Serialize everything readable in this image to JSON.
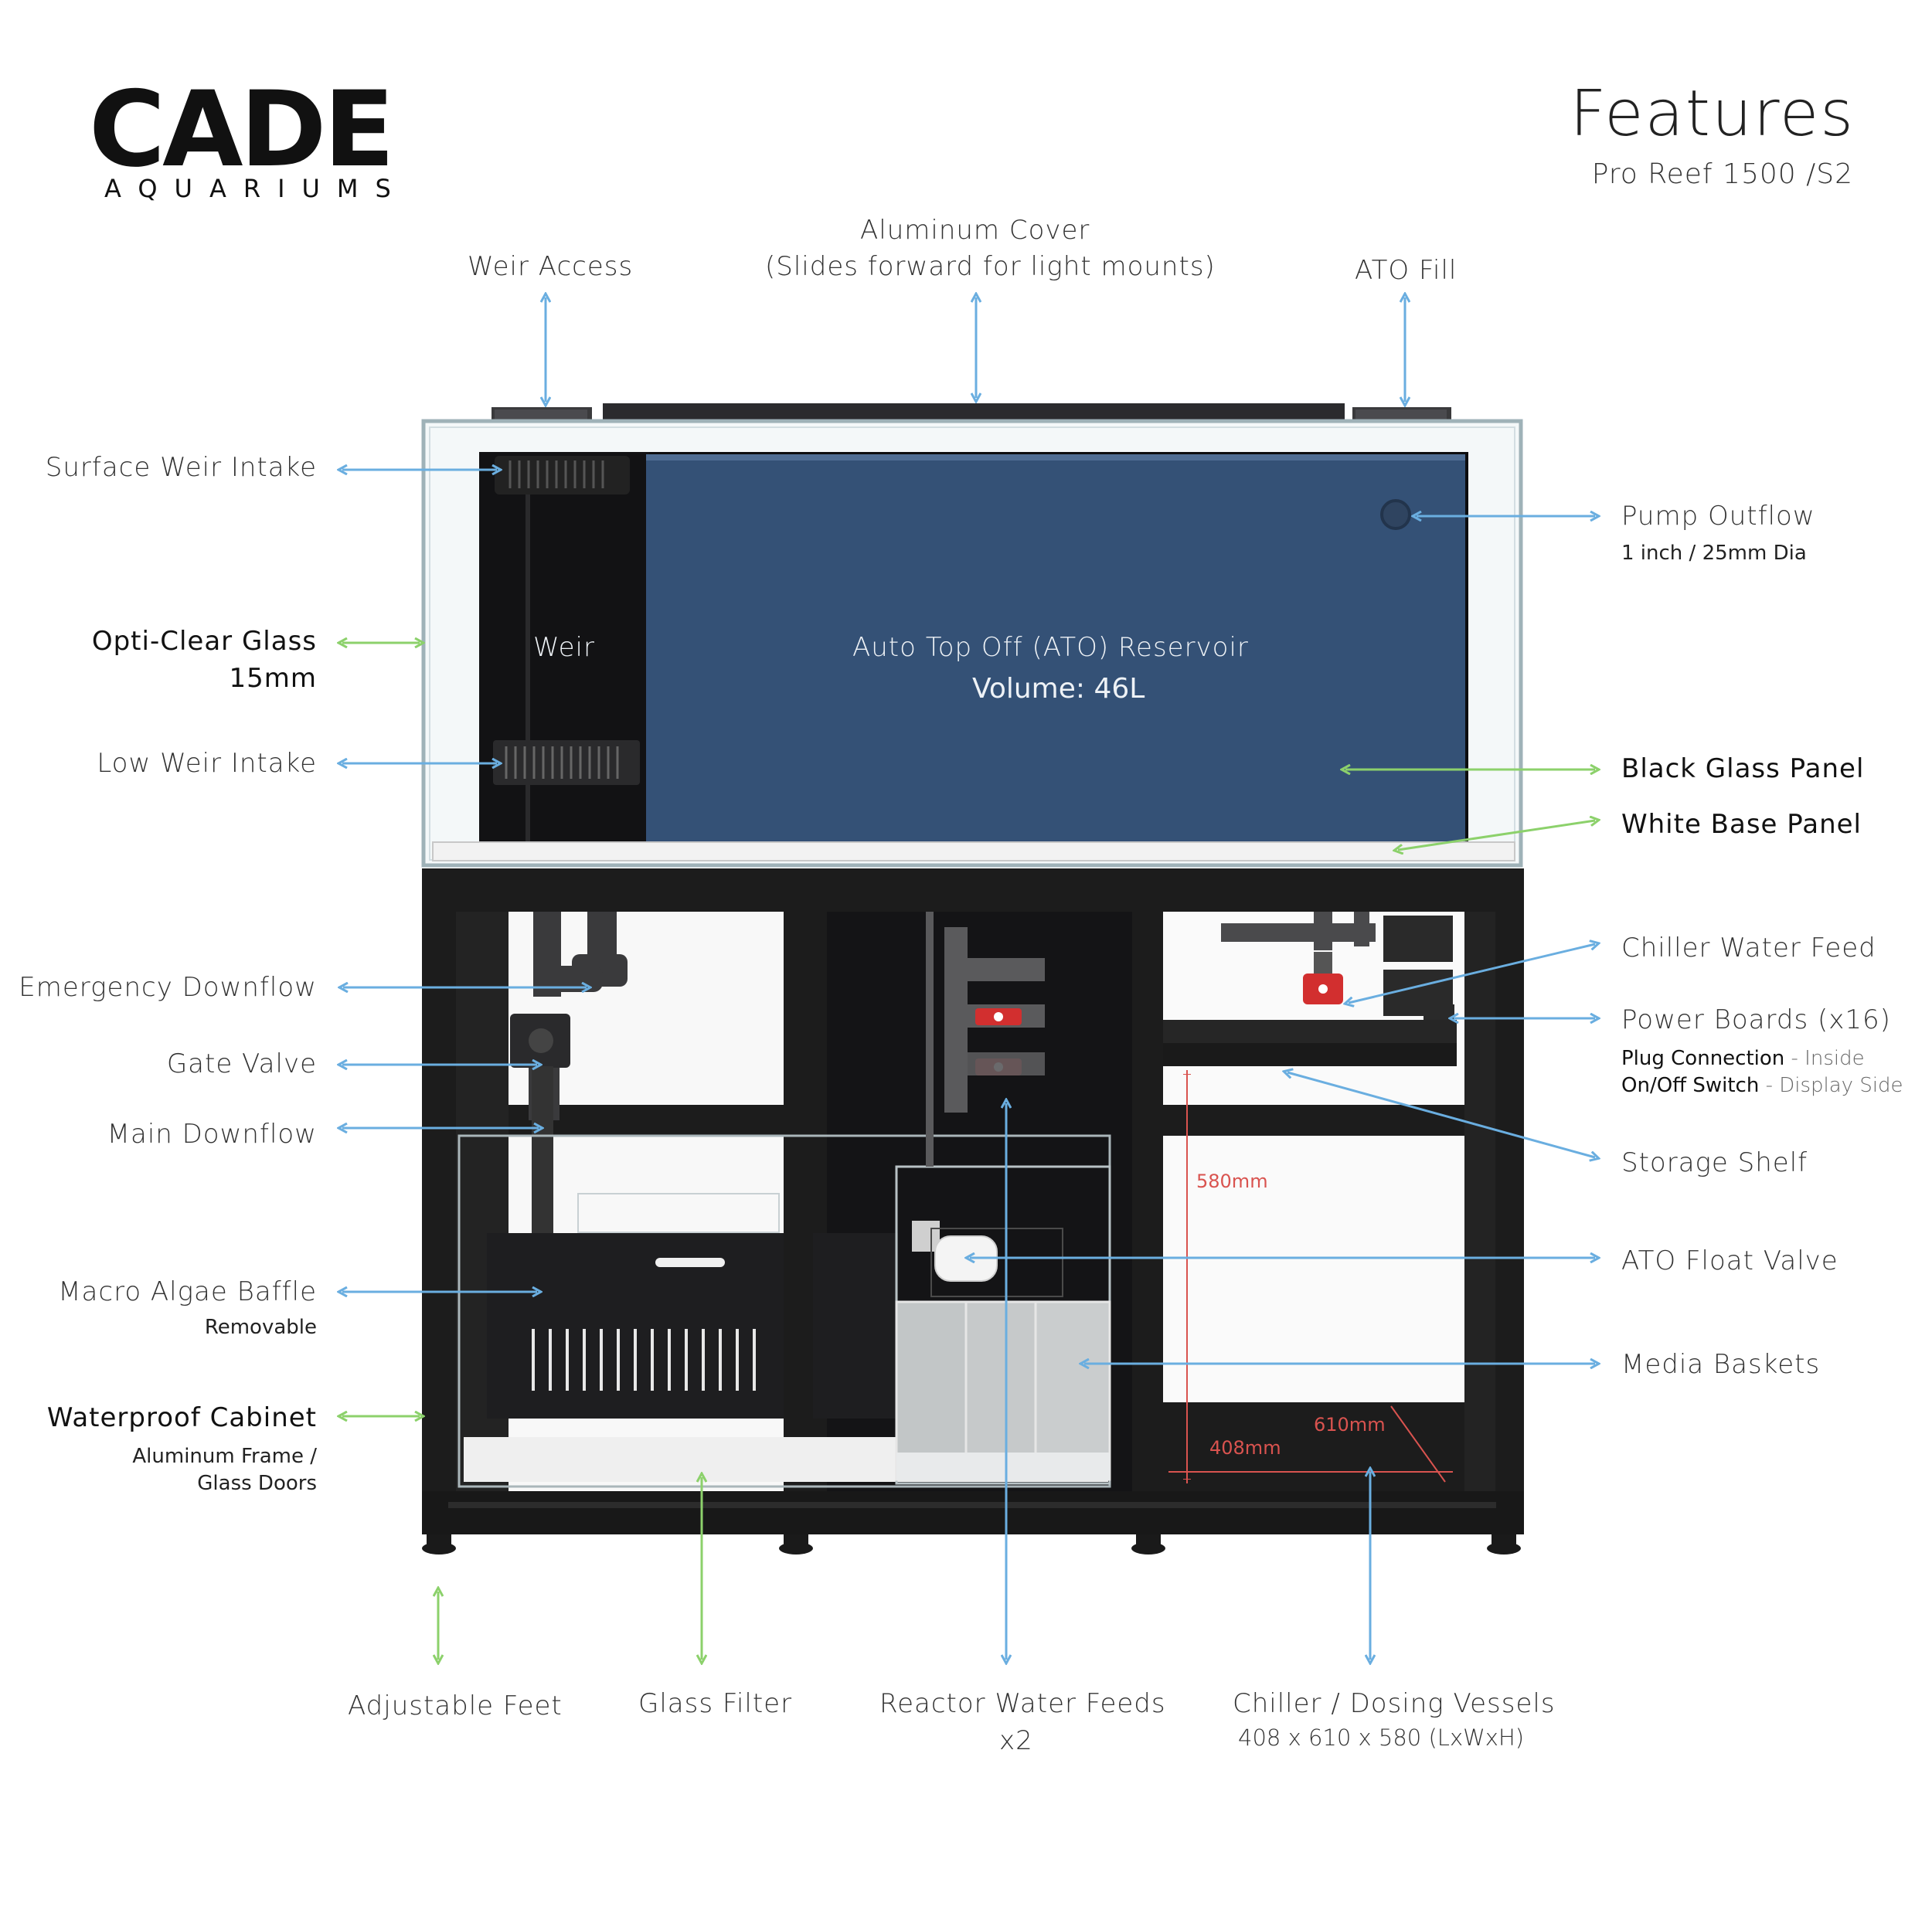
{
  "brand": {
    "name": "CADE",
    "tagline": "AQUARIUMS"
  },
  "header": {
    "title": "Features",
    "subtitle": "Pro Reef 1500 /S2"
  },
  "colors": {
    "arrow_blue": "#6aaee0",
    "arrow_green": "#8cd16b",
    "reservoir": "#37557c",
    "cabinet": "#1c1c1c",
    "dimension_red": "#d9534f"
  },
  "tank": {
    "weir_label": "Weir",
    "reservoir_title": "Auto Top Off (ATO) Reservoir",
    "reservoir_volume": "Volume: 46L"
  },
  "dimensions": {
    "height": "580mm",
    "width": "610mm",
    "depth": "408mm"
  },
  "callouts": {
    "weir_access": "Weir Access",
    "aluminum_cover_1": "Aluminum Cover",
    "aluminum_cover_2": "(Slides forward for light mounts)",
    "ato_fill": "ATO Fill",
    "surface_weir": "Surface Weir Intake",
    "opticlear_1": "Opti-Clear Glass",
    "opticlear_2": "15mm",
    "low_weir": "Low Weir Intake",
    "pump_outflow": "Pump Outflow",
    "pump_outflow_sub": "1 inch / 25mm Dia",
    "black_glass": "Black Glass Panel",
    "white_base": "White Base Panel",
    "emergency_downflow": "Emergency Downflow",
    "gate_valve": "Gate Valve",
    "main_downflow": "Main Downflow",
    "macro_algae": "Macro Algae Baffle",
    "macro_algae_sub": "Removable",
    "waterproof_cabinet": "Waterproof Cabinet",
    "waterproof_sub_1": "Aluminum Frame /",
    "waterproof_sub_2": "Glass Doors",
    "chiller_feed": "Chiller Water Feed",
    "power_boards": "Power Boards (x16)",
    "power_plug_a": "Plug Connection",
    "power_plug_b": " - Inside",
    "power_switch_a": "On/Off Switch",
    "power_switch_b": " - Display Side",
    "storage_shelf": "Storage Shelf",
    "ato_float": "ATO Float Valve",
    "media_baskets": "Media Baskets",
    "adjustable_feet": "Adjustable Feet",
    "glass_filter": "Glass Filter",
    "reactor_1": "Reactor Water Feeds",
    "reactor_2": "x2",
    "chiller_vessels": "Chiller / Dosing Vessels",
    "chiller_vessels_sub": "408 x 610 x 580 (LxWxH)"
  }
}
